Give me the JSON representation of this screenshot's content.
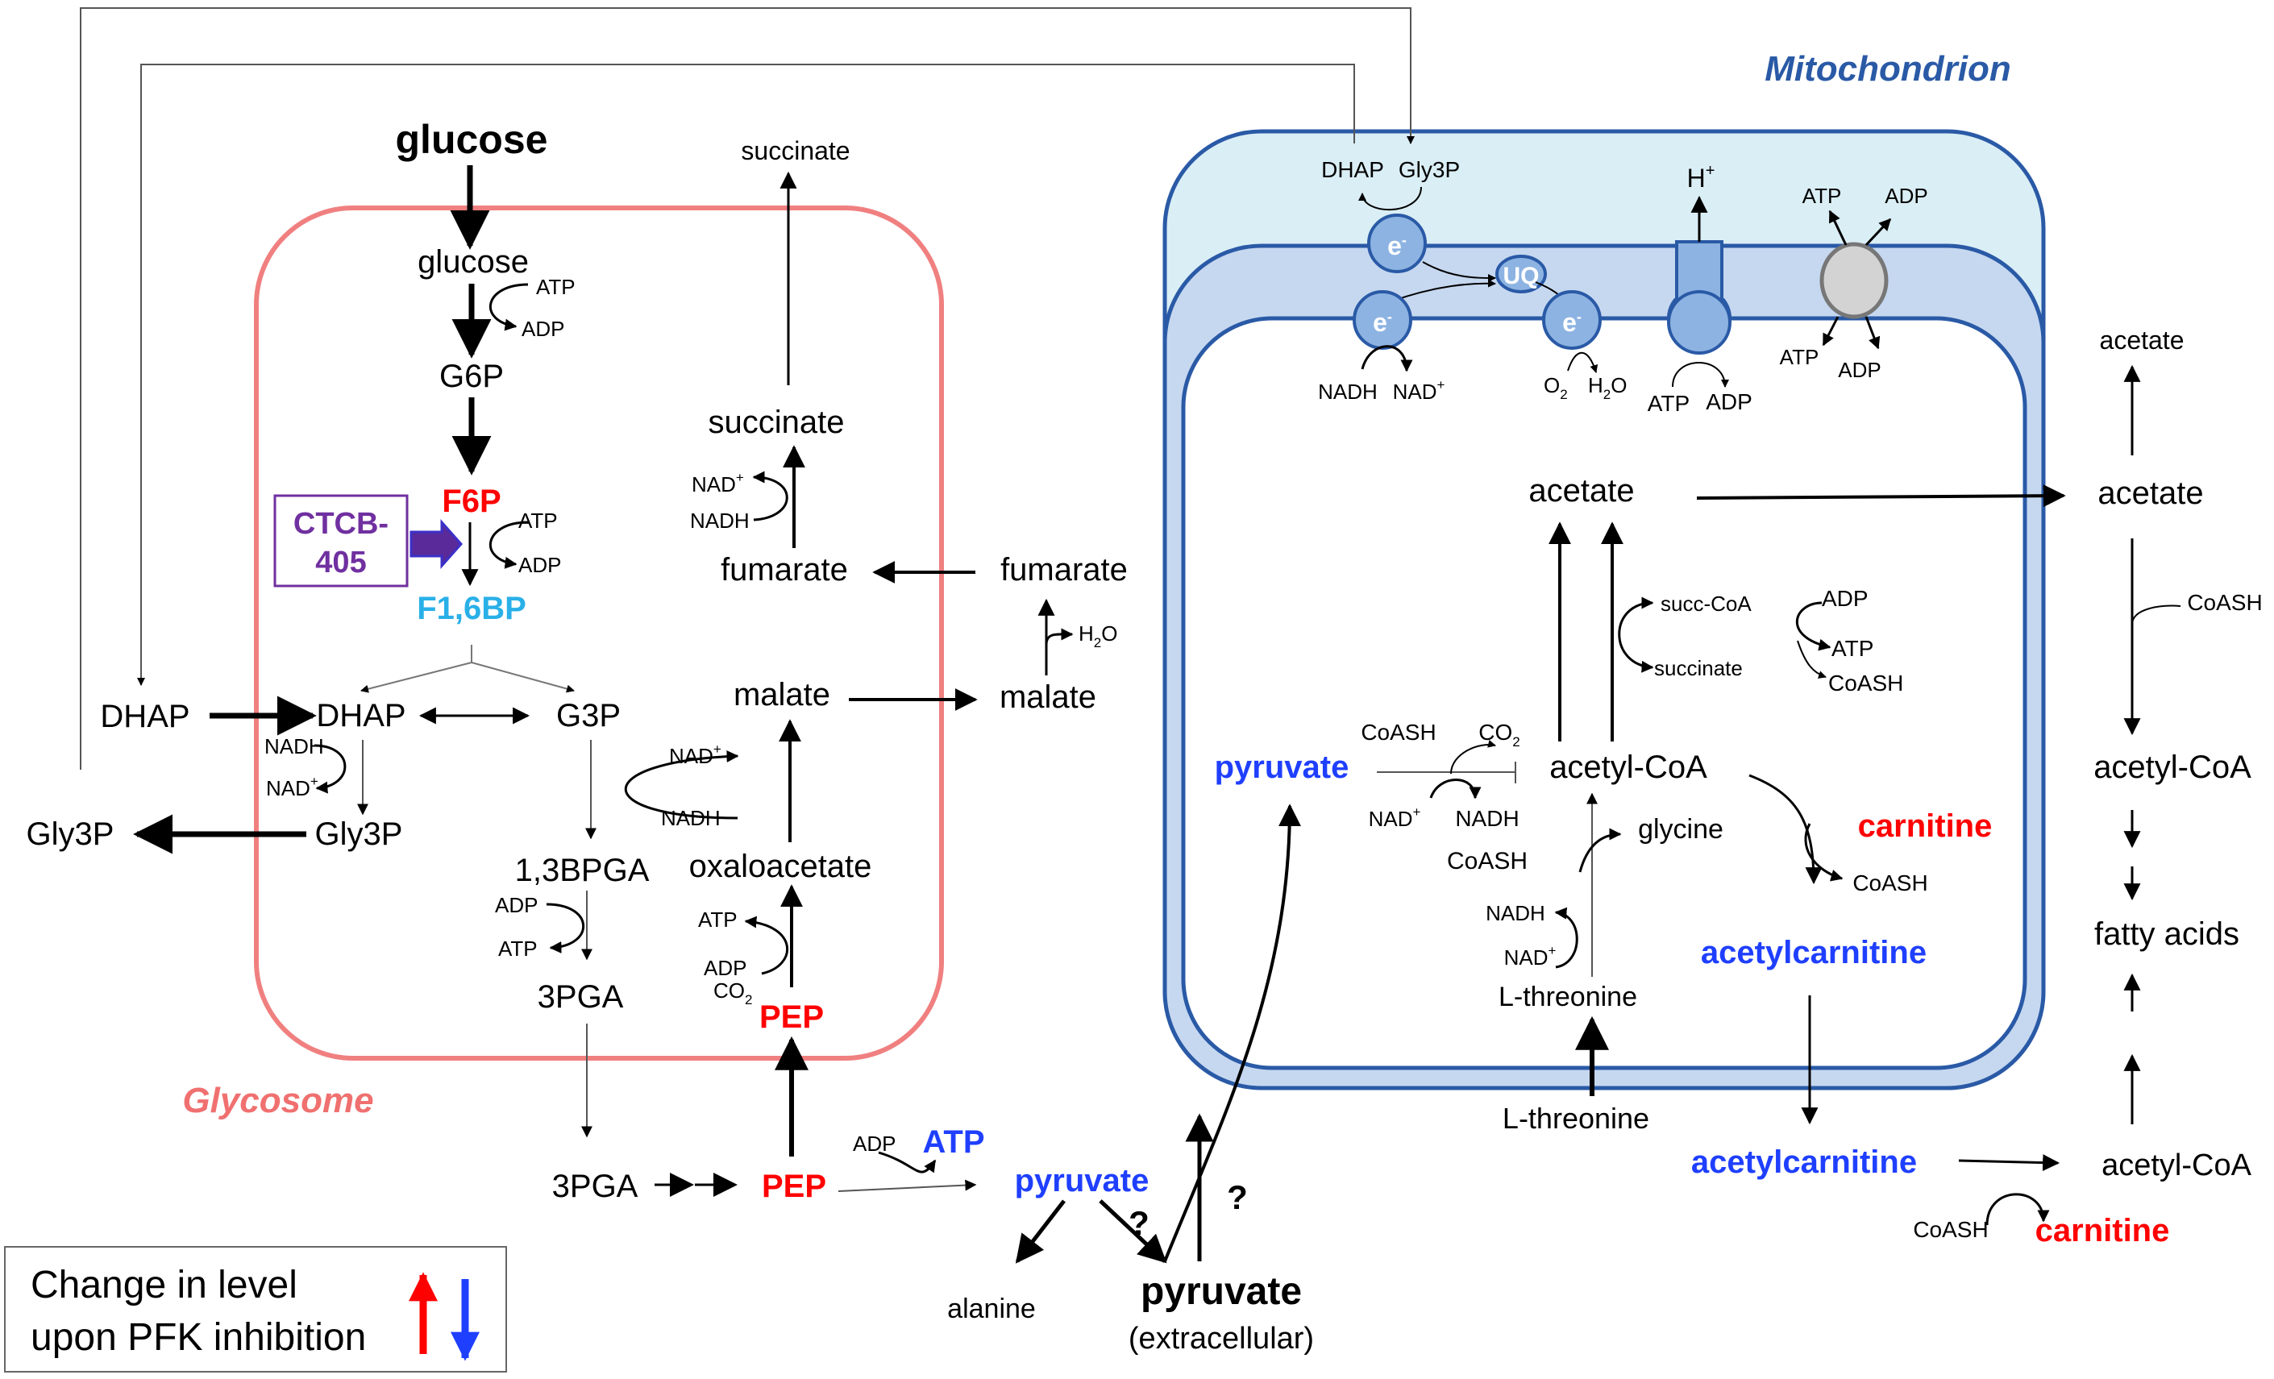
{
  "compartments": {
    "glycosome": "Glycosome",
    "mitochondrion": "Mitochondrion"
  },
  "glycosome": {
    "glucose_top": "glucose",
    "glucose": "glucose",
    "atp1": "ATP",
    "adp1": "ADP",
    "g6p": "G6P",
    "f6p": "F6P",
    "atp2": "ATP",
    "adp2": "ADP",
    "inhibitor_line1": "CTCB-",
    "inhibitor_line2": "405",
    "f16bp": "F1,6BP",
    "dhap": "DHAP",
    "g3p": "G3P",
    "nadh_gly": "NADH",
    "nad_gly": "NAD",
    "gly3p": "Gly3P",
    "bpga": "1,3BPGA",
    "adp3": "ADP",
    "atp3": "ATP",
    "pga3": "3PGA",
    "pep": "PEP",
    "atp4": "ATP",
    "adp4": "ADP",
    "co2": "CO",
    "oxaloacetate": "oxaloacetate",
    "nad2": "NAD",
    "nadh2": "NADH",
    "malate": "malate",
    "fumarate": "fumarate",
    "nad3": "NAD",
    "nadh3": "NADH",
    "succinate": "succinate"
  },
  "cytosol": {
    "succinate_out": "succinate",
    "fumarate_cyt": "fumarate",
    "h2o": "H",
    "malate_cyt": "malate",
    "dhap_left": "DHAP",
    "gly3p_left": "Gly3P",
    "pga3_cyt": "3PGA",
    "pep_cyt": "PEP",
    "adp5": "ADP",
    "atp5": "ATP",
    "pyruvate": "pyruvate",
    "alanine": "alanine",
    "q1": "?",
    "q2": "?",
    "pyruvate_ext": "pyruvate",
    "extracellular": "(extracellular)"
  },
  "mito": {
    "dhap": "DHAP",
    "gly3p": "Gly3P",
    "e1": "e",
    "uq": "UQ",
    "e2": "e",
    "e3": "e",
    "nadh_c1": "NADH",
    "nad_c1": "NAD",
    "o2": "O",
    "h2o": "H",
    "hplus": "H",
    "atp_syn": "ATP",
    "adp_syn": "ADP",
    "atp_t_top": "ATP",
    "adp_t_top": "ADP",
    "atp_t_bot": "ATP",
    "adp_t_bot": "ADP",
    "acetate": "acetate",
    "succcoa": "succ-CoA",
    "succinate": "succinate",
    "adp": "ADP",
    "atp": "ATP",
    "coash1": "CoASH",
    "pyruvate": "pyruvate",
    "coash2": "CoASH",
    "co2": "CO",
    "acetylcoa": "acetyl-CoA",
    "nad": "NAD",
    "nadh": "NADH",
    "glycine": "glycine",
    "coash3": "CoASH",
    "nadh_thr": "NADH",
    "nad_thr": "NAD",
    "threonine": "L-threonine",
    "carnitine": "carnitine",
    "coash4": "CoASH",
    "acetylcarnitine": "acetylcarnitine"
  },
  "outside": {
    "threonine": "L-threonine",
    "acetylcarnitine": "acetylcarnitine",
    "acetylcoa_bottom": "acetyl-CoA",
    "coash_bottom": "CoASH",
    "carnitine_bottom": "carnitine",
    "acetate_top": "acetate",
    "acetate": "acetate",
    "coash_right": "CoASH",
    "acetylcoa_right": "acetyl-CoA",
    "fatty_acids": "fatty acids"
  },
  "legend": {
    "line1": "Change in level",
    "line2": "upon PFK inhibition"
  },
  "colors": {
    "increase": "#ff0000",
    "decrease": "#1f3fff",
    "glycosome": "#f08080",
    "glycosome_label": "#f07070",
    "mito_outer": "#daeef5",
    "mito_inner": "#c6d8f0",
    "mito_border": "#2a5aa6",
    "mito_label": "#2a5aa6",
    "inhibitor": "#7030a0",
    "f16bp": "#2ab0e8",
    "carrier": "#8db3e2"
  },
  "icons": [
    "inhibitor-arrow-icon",
    "carrier-circle-icon",
    "atp-synthase-icon",
    "transporter-icon",
    "up-arrow-icon",
    "down-arrow-icon"
  ]
}
